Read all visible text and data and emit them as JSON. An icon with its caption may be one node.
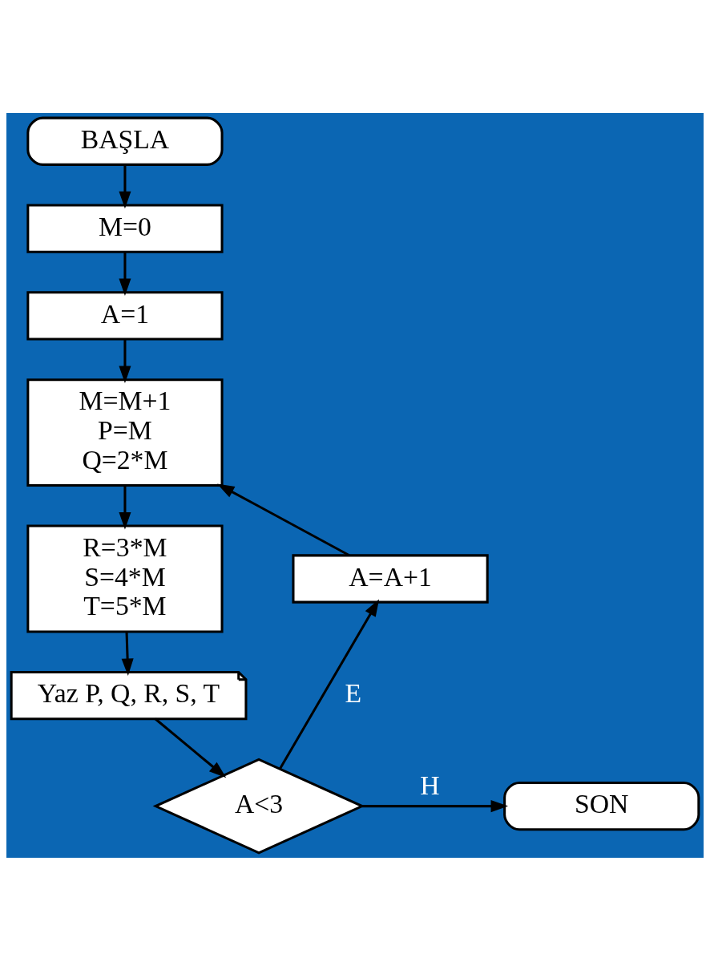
{
  "diagram": {
    "nodes": [
      {
        "text": [
          "BAŞLA"
        ]
      },
      {
        "text": [
          "M=0"
        ]
      },
      {
        "text": [
          "A=1"
        ]
      },
      {
        "text": [
          "M=M+1",
          "P=M",
          "Q=2*M"
        ]
      },
      {
        "text": [
          "R=3*M",
          "S=4*M",
          "T=5*M"
        ]
      },
      {
        "text": [
          "Yaz P, Q, R, S, T"
        ]
      },
      {
        "text": [
          "A<3"
        ]
      },
      {
        "text": [
          "A=A+1"
        ]
      },
      {
        "text": [
          "SON"
        ]
      }
    ],
    "edges": [
      {
        "from": 0,
        "to": 1,
        "arrow": "to"
      },
      {
        "from": 1,
        "to": 2,
        "arrow": "to"
      },
      {
        "from": 2,
        "to": 3,
        "arrow": "to"
      },
      {
        "from": 3,
        "to": 4,
        "arrow": "to"
      },
      {
        "from": 4,
        "to": 5,
        "arrow": "to"
      },
      {
        "from": 5,
        "to": 6,
        "arrow": "to"
      },
      {
        "from": 6,
        "to": 7,
        "arrow": "to",
        "label": "E"
      },
      {
        "from": 7,
        "to": 3,
        "arrow": "to"
      },
      {
        "from": 6,
        "to": 8,
        "arrow": "to",
        "label": "H"
      }
    ]
  }
}
